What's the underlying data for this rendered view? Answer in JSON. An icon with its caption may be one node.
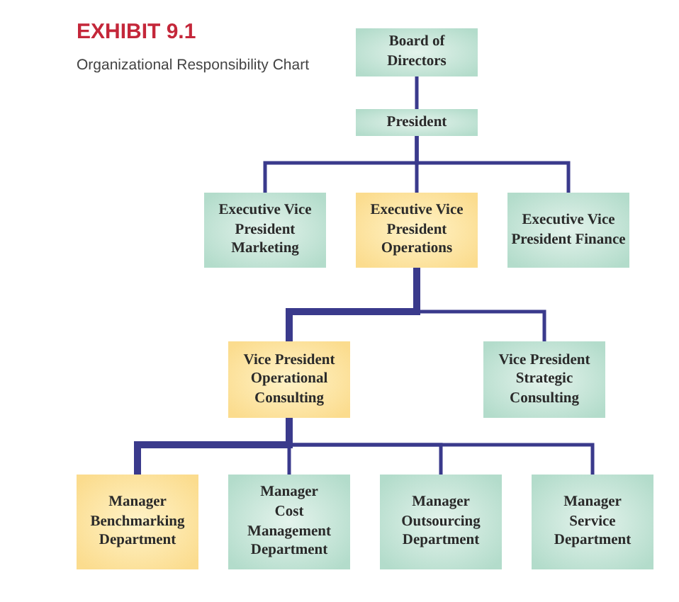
{
  "diagram": {
    "title": "EXHIBIT 9.1",
    "caption": "Organizational Responsibility Chart",
    "nodes": [
      {
        "text": [
          "Board of Directors"
        ]
      },
      {
        "text": [
          "President"
        ]
      },
      {
        "text": [
          "Executive Vice President Marketing"
        ]
      },
      {
        "text": [
          "Executive Vice President Operations"
        ]
      },
      {
        "text": [
          "Executive Vice President Finance"
        ]
      },
      {
        "text": [
          "Vice President Operational Consulting"
        ]
      },
      {
        "text": [
          "Vice President Strategic Consulting"
        ]
      },
      {
        "text": [
          "Manager Benchmarking Department"
        ]
      },
      {
        "text": [
          "Manager Cost Management Department"
        ]
      },
      {
        "text": [
          "Manager Outsourcing Department"
        ]
      },
      {
        "text": [
          "Manager Service Department"
        ]
      }
    ],
    "edges": [
      {
        "from": 0,
        "to": 1,
        "arrow": "none"
      },
      {
        "from": 1,
        "to": 2,
        "arrow": "none"
      },
      {
        "from": 1,
        "to": 3,
        "arrow": "none"
      },
      {
        "from": 1,
        "to": 4,
        "arrow": "none"
      },
      {
        "from": 3,
        "to": 5,
        "arrow": "none",
        "style": "thick"
      },
      {
        "from": 3,
        "to": 6,
        "arrow": "none"
      },
      {
        "from": 5,
        "to": 7,
        "arrow": "none",
        "style": "thick"
      },
      {
        "from": 5,
        "to": 8,
        "arrow": "none"
      },
      {
        "from": 5,
        "to": 9,
        "arrow": "none"
      },
      {
        "from": 5,
        "to": 10,
        "arrow": "none"
      }
    ]
  }
}
